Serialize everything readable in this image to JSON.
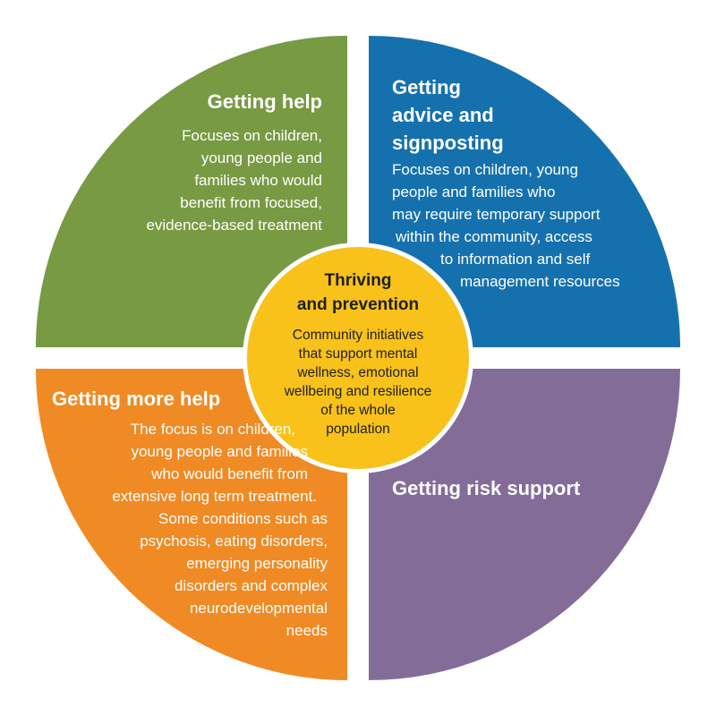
{
  "colors": {
    "getting_help": "#779a43",
    "getting_advice": "#1571ad",
    "getting_more_help": "#f08a24",
    "getting_risk_support": "#836d98",
    "thriving": "#f8c21a"
  },
  "quadrants": {
    "getting_help": {
      "title": "Getting help",
      "lines": [
        "Focuses on children,",
        "young people and",
        "families who would",
        "benefit from focused,",
        "evidence-based treatment"
      ]
    },
    "getting_advice": {
      "title_lines": [
        "Getting",
        "advice and",
        "signposting"
      ],
      "lines": [
        "Focuses on children, young",
        "people and families who",
        "may require temporary support",
        "within the community, access",
        "to information and self",
        "management resources"
      ]
    },
    "getting_more_help": {
      "title": "Getting more help",
      "lines": [
        "The focus is on children,",
        "young people and families",
        "who would benefit from",
        "extensive long term treatment.",
        "Some conditions such as",
        "psychosis, eating disorders,",
        "emerging personality",
        "disorders and complex",
        "neurodevelopmental",
        "needs"
      ]
    },
    "getting_risk_support": {
      "title": "Getting risk support"
    }
  },
  "center": {
    "title_lines": [
      "Thriving",
      "and prevention"
    ],
    "lines": [
      "Community initiatives",
      "that support mental",
      "wellness, emotional",
      "wellbeing and resilience",
      "of the whole",
      "population"
    ]
  }
}
